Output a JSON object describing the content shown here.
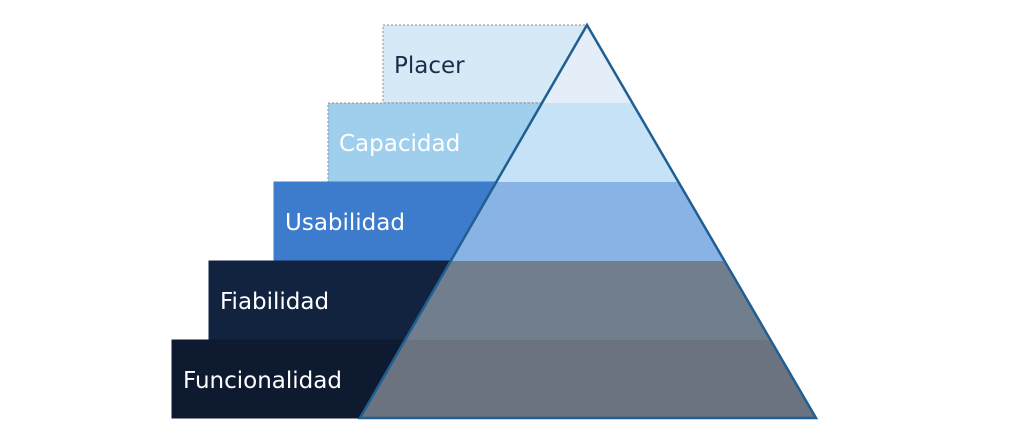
{
  "pyramid": {
    "levels": [
      {
        "label": "Placer",
        "bar_color": "#d6e9f6",
        "tri_color": "#e4eef9",
        "text_color": "#1b2d4a",
        "border_color": "#8f8f8f"
      },
      {
        "label": "Capacidad",
        "bar_color": "#a0cfee",
        "tri_color": "#c5e2f6",
        "text_color": "#ffffff",
        "border_color": "#8f8f8f"
      },
      {
        "label": "Usabilidad",
        "bar_color": "#3d7bcc",
        "tri_color": "#89b3e4",
        "text_color": "#ffffff",
        "border_color": "#3d7bcc"
      },
      {
        "label": "Fiabilidad",
        "bar_color": "#12233f",
        "tri_color": "#717e8e",
        "text_color": "#ffffff",
        "border_color": "#12233f"
      },
      {
        "label": "Funcionalidad",
        "bar_color": "#0d1a30",
        "tri_color": "#6b7280",
        "text_color": "#ffffff",
        "border_color": "#0d1a30"
      }
    ],
    "outline_color": "#1f5f92"
  }
}
